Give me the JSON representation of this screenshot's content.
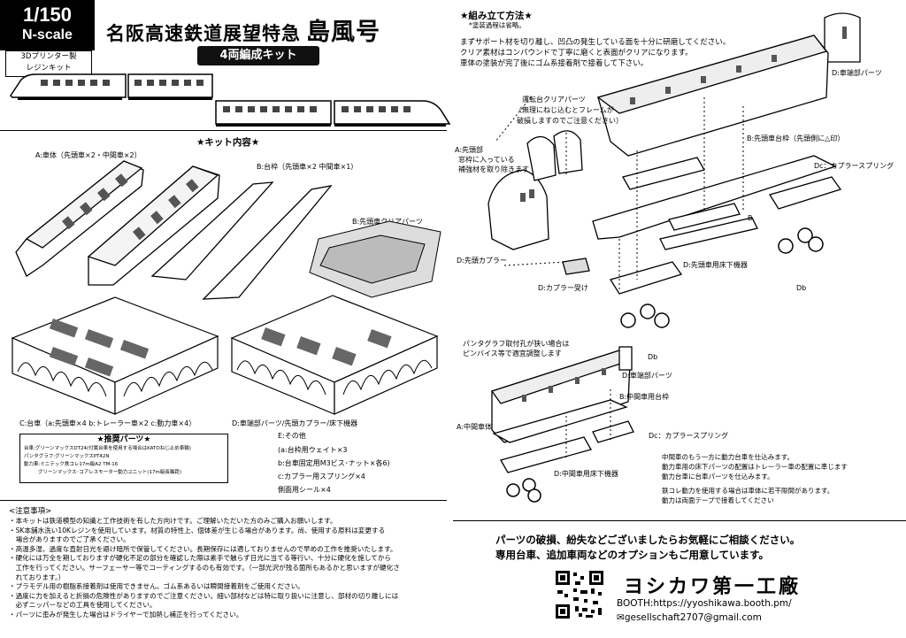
{
  "header": {
    "scale": "1/150",
    "gauge": "N-scale",
    "kit_type_line1": "3Dプリンター製",
    "kit_type_line2": "レジンキット",
    "title_main": "名阪高速鉄道展望特急",
    "title_name": "島風号",
    "formation": "4両編成キット"
  },
  "contents": {
    "heading": "★キット内容★",
    "a_body": "A:車体（先頭車×2・中間車×2）",
    "b_bogie": "B:台枠（先頭車×2  中間車×1）",
    "b_clear": "B:先頭車クリアパーツ",
    "c_truck": "C:台車（a:先頭車×4  b:トレーラー車×2  c:動力車×4）",
    "d_parts": "D:車端部パーツ/先頭カプラー/床下機器",
    "e_heading": "E:その他",
    "e_items": [
      "(a:台枠用ウェイト×3",
      "b:台車固定用M3ビス･ナット×各6)",
      "c:カプラー用スプリング×4",
      "側面用シール×4"
    ]
  },
  "recommend": {
    "title": "★推奨パーツ★",
    "items": [
      "台車:グリーンマックスDT24(付属台車を使用する場合はKATOねじ止め車輪)",
      "パンタグラフ:グリーンマックスPT42N",
      "動力車:ミニテック鉄コレ17m級A2  TM-16",
      "グリーンマックス･コアレスモーター動力ユニット(17m級長軸距)"
    ]
  },
  "assembly": {
    "heading": "★組み立て方法★",
    "subnote": "*塗装過程は省略。",
    "steps": [
      "まずサポート材を切り離し、凹凸の発生している面を十分に研磨してください。",
      "クリア素材はコンパウンドで丁寧に磨くと表面がクリアになります。",
      "車体の塗装が完了後にゴム系接着剤で接着して下さい。"
    ],
    "labels": {
      "turntable_clear_1": "運転台クリアパーツ",
      "turntable_clear_2": "（無理にねじ込むとフレームが",
      "turntable_clear_3": "破損しますのでご注意ください）",
      "a_lead_1": "A:先頭部",
      "a_lead_2": "窓枠に入っている",
      "a_lead_3": "補強材を取り除きます",
      "d_coupler": "D:先頭カプラー",
      "d_coupler_recv": "D:カプラー受け",
      "d_underfloor_lead": "D:先頭車用床下機器",
      "d_end_top": "D:車端部パーツ",
      "b_lead_frame": "B:先頭車台枠（先頭側に△印）",
      "dc_spring_top": "Dc：カプラースプリング",
      "b_mark": "B",
      "db_mark_1": "Db",
      "db_mark_2": "Db",
      "panto_1": "パンタグラフ取付孔が狭い場合は",
      "panto_2": "ピンバイス等で適宜調整します",
      "d_end_mid": "D:車端部パーツ",
      "b_mid_frame": "B:中間車用台枠",
      "a_mid_body": "A:中間車体",
      "dc_spring_mid": "Dc：カプラースプリング",
      "d_underfloor_mid": "D:中間車用床下機器"
    },
    "mid_notes": [
      "中間車のもう一方に動力台車を仕込みます。",
      "動力車用の床下パーツの配置はトレーラー車の配置に準じます",
      "動力台車に台車パーツを仕込みます。"
    ],
    "mid_notes_2": [
      "鉄コレ動力を使用する場合は車体に若干隙間があります。",
      "動力は両面テープで接着してください"
    ]
  },
  "notes": {
    "title": "<注意事項>",
    "items": [
      "・本キットは鉄道模型の知識と工作技術を有した方向けです。ご理解いただいた方のみご購入お願いします。",
      "・SK本舗水洗い10Kレジンを使用しています。材質の特性上、個体差が生じる場合があります。尚、使用する原料は変更する",
      "　場合がありますのでご了承ください。",
      "・高温多湿、過度な直射日光を避け暗所で保管してください。長期保存には適しておりませんので早めの工作を推奨いたします。",
      "・硬化には万全を期しておりますが硬化不足の部分を確認した際は素手で触らず日光に当てる等行い、十分に硬化を施してから",
      "　工作を行ってください。サーフェーサー等でコーティングするのも有効です。（一部光沢が残る箇所もあるかと思いますが硬化さ",
      "　れております。）",
      "・プラモデル用の樹脂系接着剤は使用できません。ゴム系あるいは瞬間接着剤をご使用ください。",
      "・過度に力を加えると折損の危険性がありますのでご注意ください。細い部材などは特に取り扱いに注意し、部材の切り離しには",
      "　必ずニッパーなどの工具を使用してください。",
      "・パーツに歪みが発生した場合はドライヤーで加熱し補正を行ってください。"
    ]
  },
  "contact": {
    "line1": "パーツの破損、紛失などございましたらお気軽にご相談ください。",
    "line2": "専用台車、追加車両などのオプションもご用意しています。",
    "brand": "ヨシカワ第一工廠",
    "url": "BOOTH:https://yyoshikawa.booth.pm/",
    "email": "gesellschaft2707@gmail.com"
  }
}
